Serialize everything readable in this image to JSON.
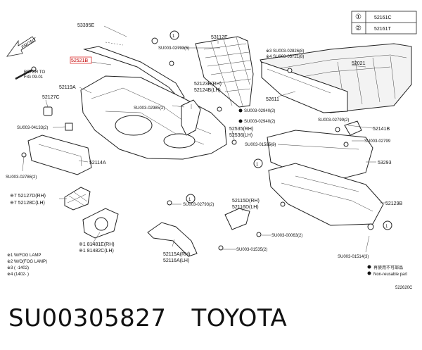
{
  "title_block": {
    "rows": [
      {
        "mark": "①",
        "part": "52161C"
      },
      {
        "mark": "②",
        "part": "52161T"
      }
    ]
  },
  "front_arrow": "FRONT",
  "refer_note": [
    "REFER TO",
    "FIG 09-01"
  ],
  "labels": {
    "l53395e": "53395E",
    "l52521b": "52521B",
    "l52119a": "52119A",
    "l52127c": "52127C",
    "l52114a": "52114A",
    "l53112e": "53112E",
    "l52123b": "52123B(RH)",
    "l52124b": "52124B(LH)",
    "l52611": "52611",
    "l52021": "52021",
    "l52535": "52535(RH)",
    "l52536": "52536(LH)",
    "l52141b": "52141B",
    "l53293": "53293",
    "l52129b": "52129B",
    "l52127": "※7 52127D(RH)",
    "l52128": "※7 52128C(LH)",
    "l81481": "※1 81481E(RH)",
    "l81482": "※1 81482C(LH)",
    "l52115d": "52115D(RH)",
    "l52116d": "52116D(LH)",
    "l52115a": "52115A(RH)",
    "l52116a": "52116A(LH)",
    "su_02793_5": "SU003-02793(5)",
    "su_02985": "SU003-02985(2)",
    "su_04133": "SU003-04133(2)",
    "su_02786": "SU003-02786(2)",
    "su_02940a": "SU003-02940(2)",
    "su_02940b": "SU003-02940(2)",
    "su_02826": "※3 SU003-02826(8)",
    "su_05721": "※4 SU003-05721(8)",
    "su_02799_2": "SU003-02799(2)",
    "su_02799": "SU003-02799",
    "su_01535_3": "SU003-01535(3)",
    "su_02793_2": "SU003-02793(2)",
    "su_00063": "SU003-00063(2)",
    "su_01535_2": "SU003-01535(2)",
    "su_01514": "SU003-01514(3)"
  },
  "footnotes": [
    "※1 W/FOG LAMP",
    "※2 W/O(FOG LAMP)",
    "※3 (          -1402)",
    "※4 (1402-          )"
  ],
  "legend": [
    "再使用不可部品",
    "Non-reusable part"
  ],
  "figure_code": "522620C",
  "caption": {
    "part_number": "SU00305827",
    "brand": "TOYOTA"
  }
}
